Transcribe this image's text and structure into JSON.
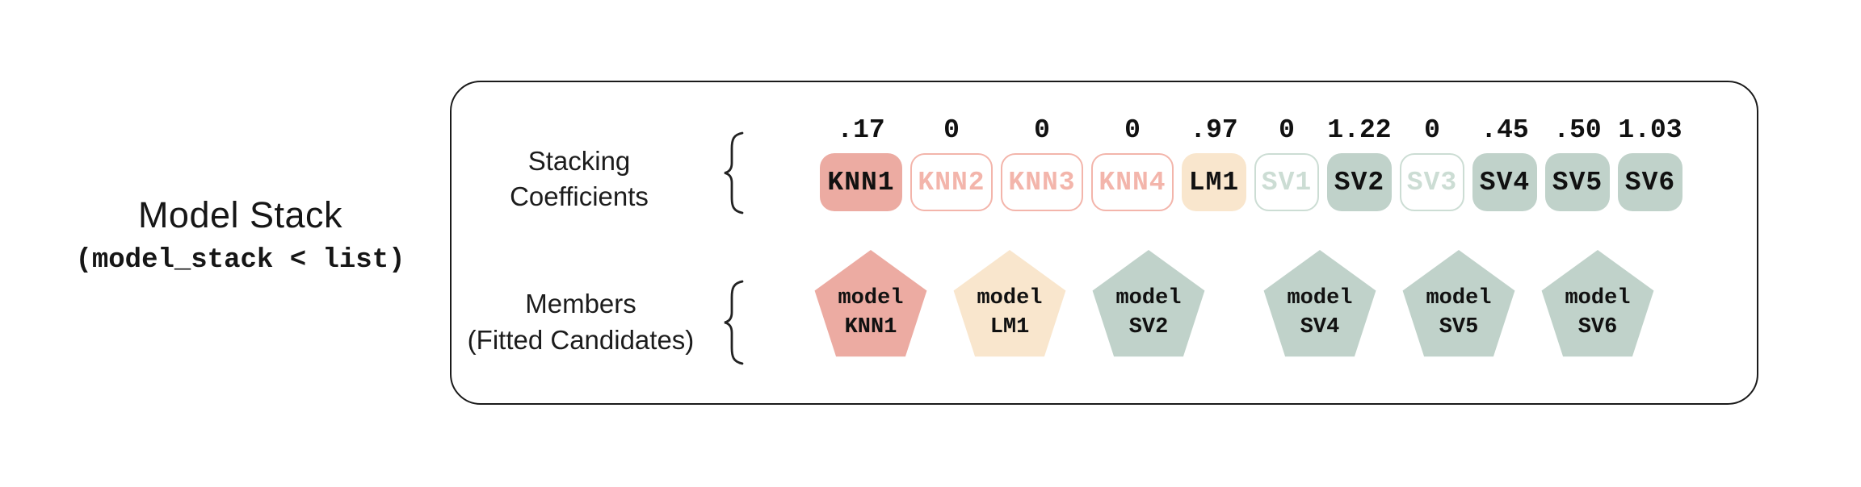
{
  "title": {
    "main": "Model Stack",
    "code": "(model_stack < list)"
  },
  "coefficients": {
    "label_line1": "Stacking",
    "label_line2": "Coefficients",
    "chips": [
      {
        "name": "KNN1",
        "value": ".17",
        "color": "salmon",
        "filled": true
      },
      {
        "name": "KNN2",
        "value": "0",
        "color": "salmon",
        "filled": false
      },
      {
        "name": "KNN3",
        "value": "0",
        "color": "salmon",
        "filled": false
      },
      {
        "name": "KNN4",
        "value": "0",
        "color": "salmon",
        "filled": false
      },
      {
        "name": "LM1",
        "value": ".97",
        "color": "cream",
        "filled": true
      },
      {
        "name": "SV1",
        "value": "0",
        "color": "sage",
        "filled": false
      },
      {
        "name": "SV2",
        "value": "1.22",
        "color": "sage",
        "filled": true
      },
      {
        "name": "SV3",
        "value": "0",
        "color": "sage",
        "filled": false
      },
      {
        "name": "SV4",
        "value": ".45",
        "color": "sage",
        "filled": true
      },
      {
        "name": "SV5",
        "value": ".50",
        "color": "sage",
        "filled": true
      },
      {
        "name": "SV6",
        "value": "1.03",
        "color": "sage",
        "filled": true
      }
    ]
  },
  "members": {
    "label_line1": "Members",
    "label_line2": "(Fitted Candidates)",
    "pentagons": [
      {
        "line1": "model",
        "line2": "KNN1",
        "color": "salmon"
      },
      {
        "line1": "model",
        "line2": "LM1",
        "color": "cream"
      },
      {
        "line1": "model",
        "line2": "SV2",
        "color": "sage"
      },
      {
        "line1": "model",
        "line2": "SV4",
        "color": "sage"
      },
      {
        "line1": "model",
        "line2": "SV5",
        "color": "sage"
      },
      {
        "line1": "model",
        "line2": "SV6",
        "color": "sage"
      }
    ]
  },
  "colors": {
    "salmon": "#ecaba2",
    "salmon_light": "#f3b5ab",
    "cream": "#f9e6cd",
    "sage": "#c0d2ca",
    "sage_light": "#ccddd4",
    "ink": "#111111",
    "white": "#ffffff",
    "box_border": "#1a1a1a"
  }
}
